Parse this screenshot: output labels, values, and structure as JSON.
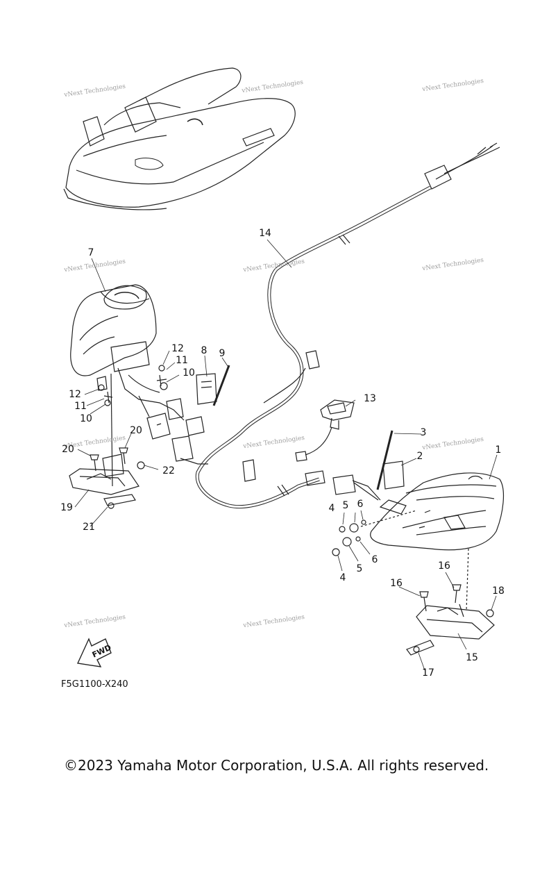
{
  "callouts": {
    "c1": "1",
    "c2": "2",
    "c3": "3",
    "c4a": "4",
    "c4b": "4",
    "c5a": "5",
    "c5b": "5",
    "c6a": "6",
    "c6b": "6",
    "c7": "7",
    "c8": "8",
    "c9": "9",
    "c10a": "10",
    "c10b": "10",
    "c11a": "11",
    "c11b": "11",
    "c12a": "12",
    "c12b": "12",
    "c13": "13",
    "c14": "14",
    "c15": "15",
    "c16a": "16",
    "c16b": "16",
    "c17": "17",
    "c18": "18",
    "c19": "19",
    "c20a": "20",
    "c20b": "20",
    "c21": "21",
    "c22": "22"
  },
  "watermark_text": "vNext Technologies",
  "fwd_label": "FWD",
  "diagram_code": "F5G1100-X240",
  "copyright": "©2023 Yamaha Motor Corporation, U.S.A. All rights reserved.",
  "colors": {
    "line": "#222222",
    "watermark": "#888888",
    "background": "#ffffff"
  }
}
